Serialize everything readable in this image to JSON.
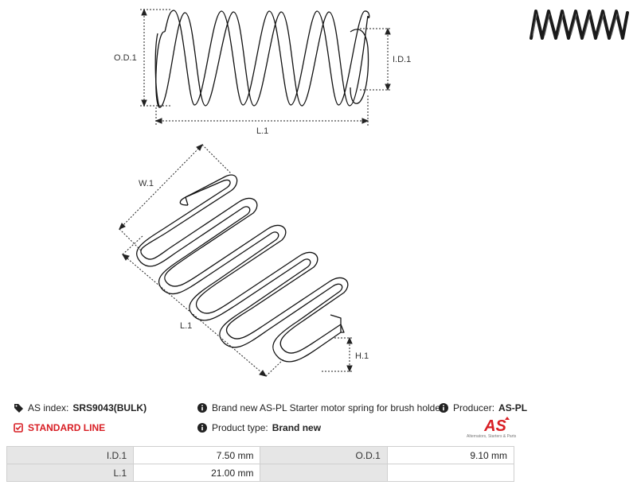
{
  "diagram": {
    "labels": {
      "od": "O.D.1",
      "id": "I.D.1",
      "length_top": "L.1",
      "width": "W.1",
      "length_iso": "L.1",
      "height": "H.1"
    }
  },
  "info": {
    "index_label": "AS index:",
    "index_value": "SRS9043(BULK)",
    "line_label": "STANDARD LINE",
    "description": "Brand new AS-PL Starter motor spring for brush holder",
    "product_type_label": "Product type:",
    "product_type_value": "Brand new",
    "producer_label": "Producer:",
    "producer_value": "AS-PL",
    "logo_text": "AS",
    "logo_caption": "Alternators, Starters & Parts"
  },
  "specs": {
    "rows": [
      {
        "label1": "I.D.1",
        "value1": "7.50 mm",
        "label2": "O.D.1",
        "value2": "9.10 mm"
      },
      {
        "label1": "L.1",
        "value1": "21.00 mm",
        "label2": "",
        "value2": ""
      }
    ]
  },
  "colors": {
    "accent": "#d81e24",
    "table_label_bg": "#e6e6e6"
  }
}
